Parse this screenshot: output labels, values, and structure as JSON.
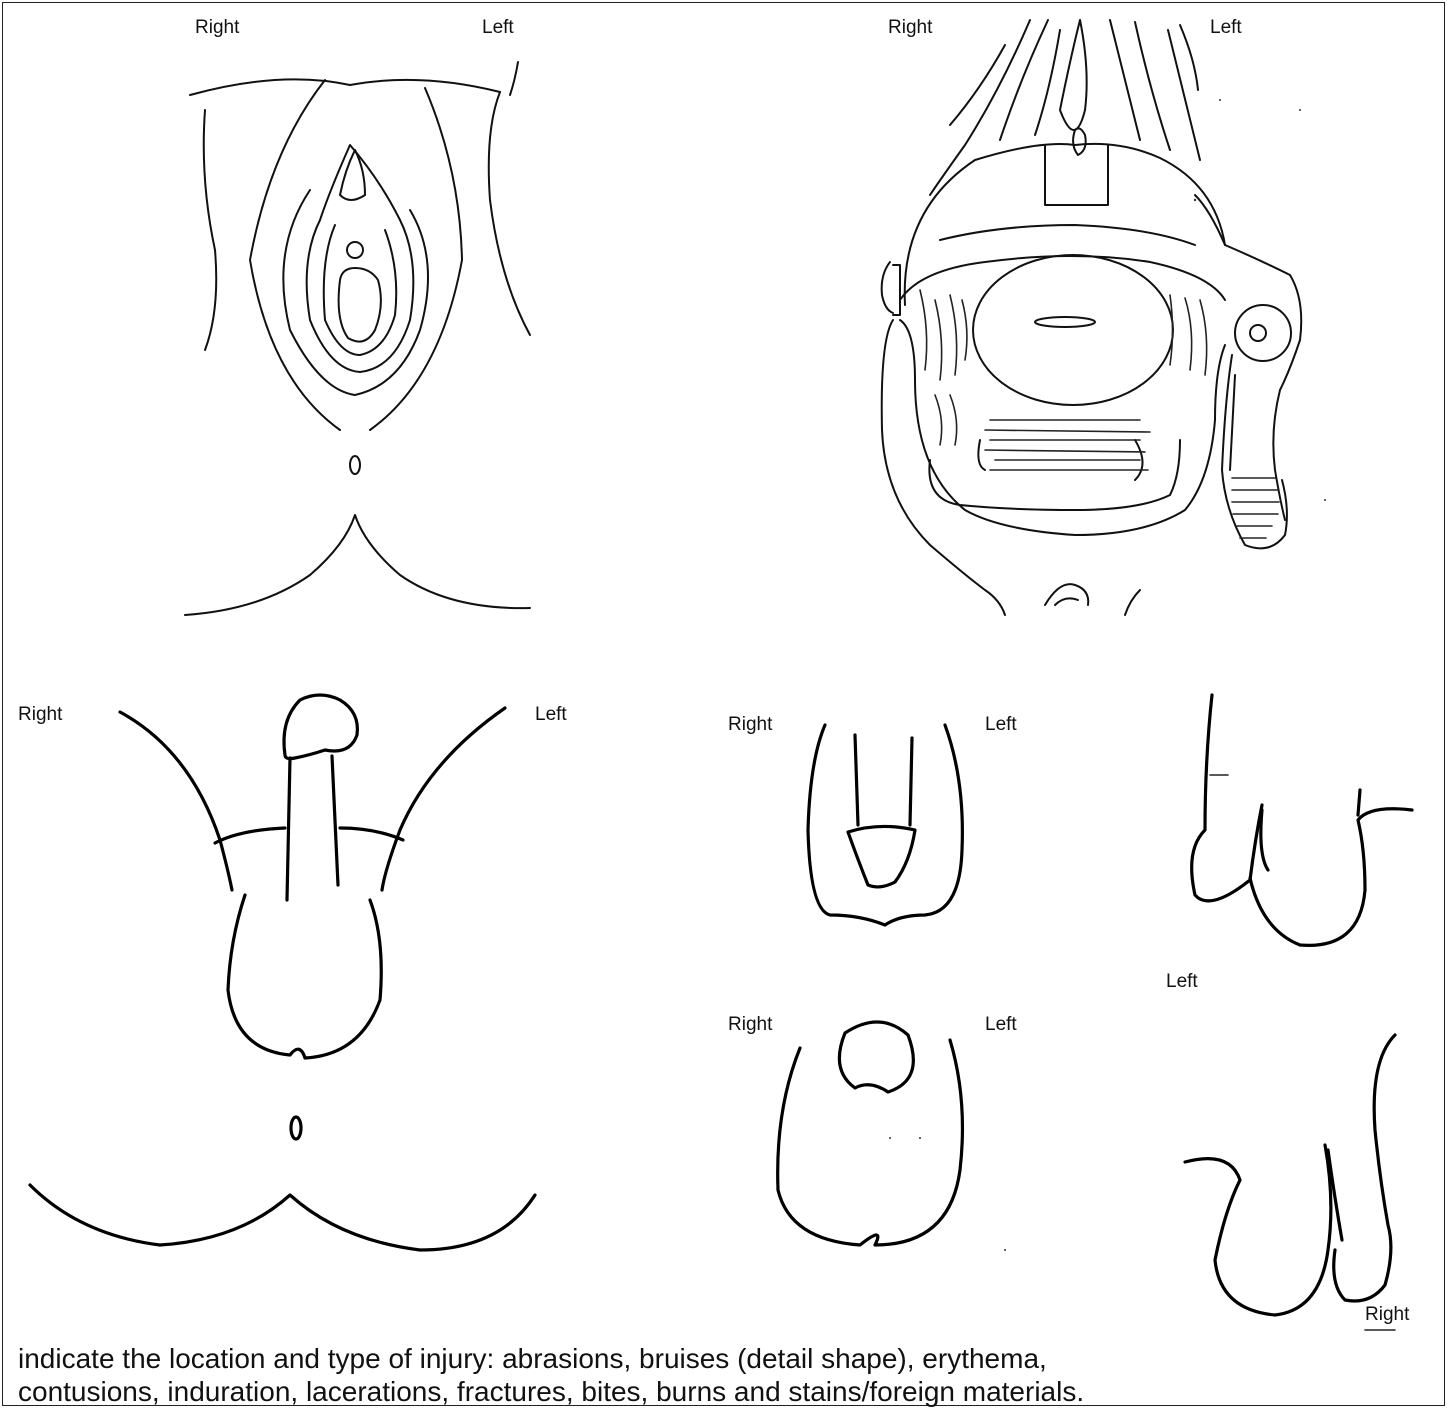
{
  "labels": {
    "female_external": {
      "right": "Right",
      "left": "Left"
    },
    "speculum_view": {
      "right": "Right",
      "left": "Left"
    },
    "male_anterior": {
      "right": "Right",
      "left": "Left"
    },
    "penis_top": {
      "right": "Right",
      "left": "Left"
    },
    "penis_bottom": {
      "right": "Right",
      "left": "Left"
    },
    "profile_top": {
      "left": "Left"
    },
    "profile_bottom": {
      "right": "Right"
    }
  },
  "caption": {
    "line1": "indicate the location and type of injury: abrasions, bruises (detail shape), erythema,",
    "line2": "contusions, induration, lacerations, fractures, bites, burns and stains/foreign materials."
  }
}
